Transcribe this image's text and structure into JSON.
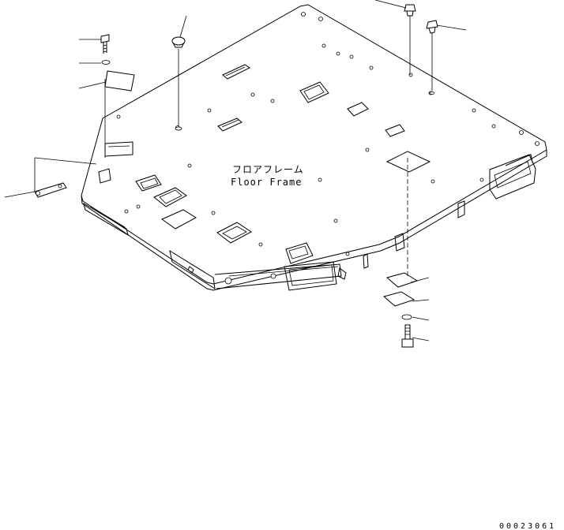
{
  "part_label": {
    "japanese": "フロアフレーム",
    "english": "Floor Frame"
  },
  "drawing_code": "00023061",
  "colors": {
    "line": "#000000",
    "background": "#ffffff"
  }
}
